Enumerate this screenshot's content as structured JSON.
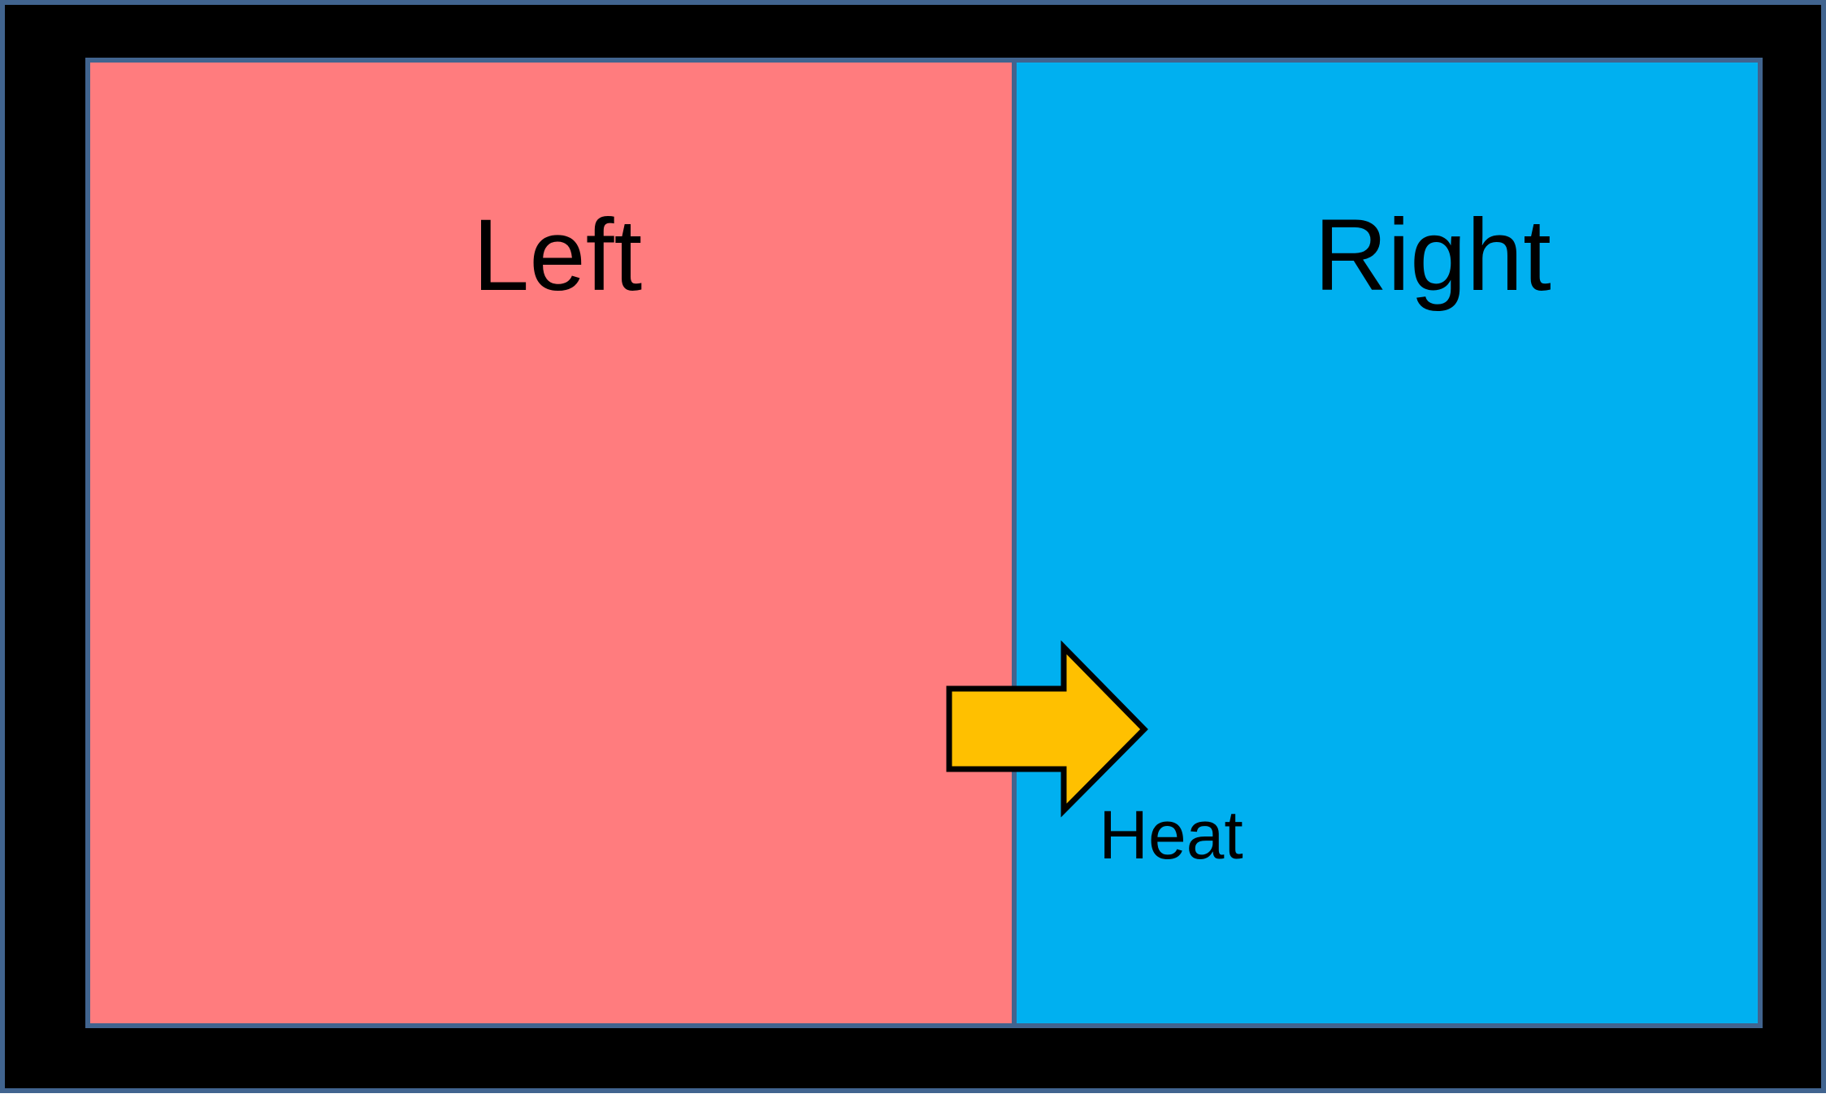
{
  "diagram": {
    "left_label": "Left",
    "right_label": "Right",
    "arrow_label": "Heat",
    "arrow_icon": "right-arrow-icon",
    "colors": {
      "frame": "#000000",
      "border": "#41648f",
      "left_chamber": "#ff7c7e",
      "right_chamber": "#00b0f0",
      "arrow_fill": "#ffc000",
      "arrow_stroke": "#000000"
    }
  }
}
